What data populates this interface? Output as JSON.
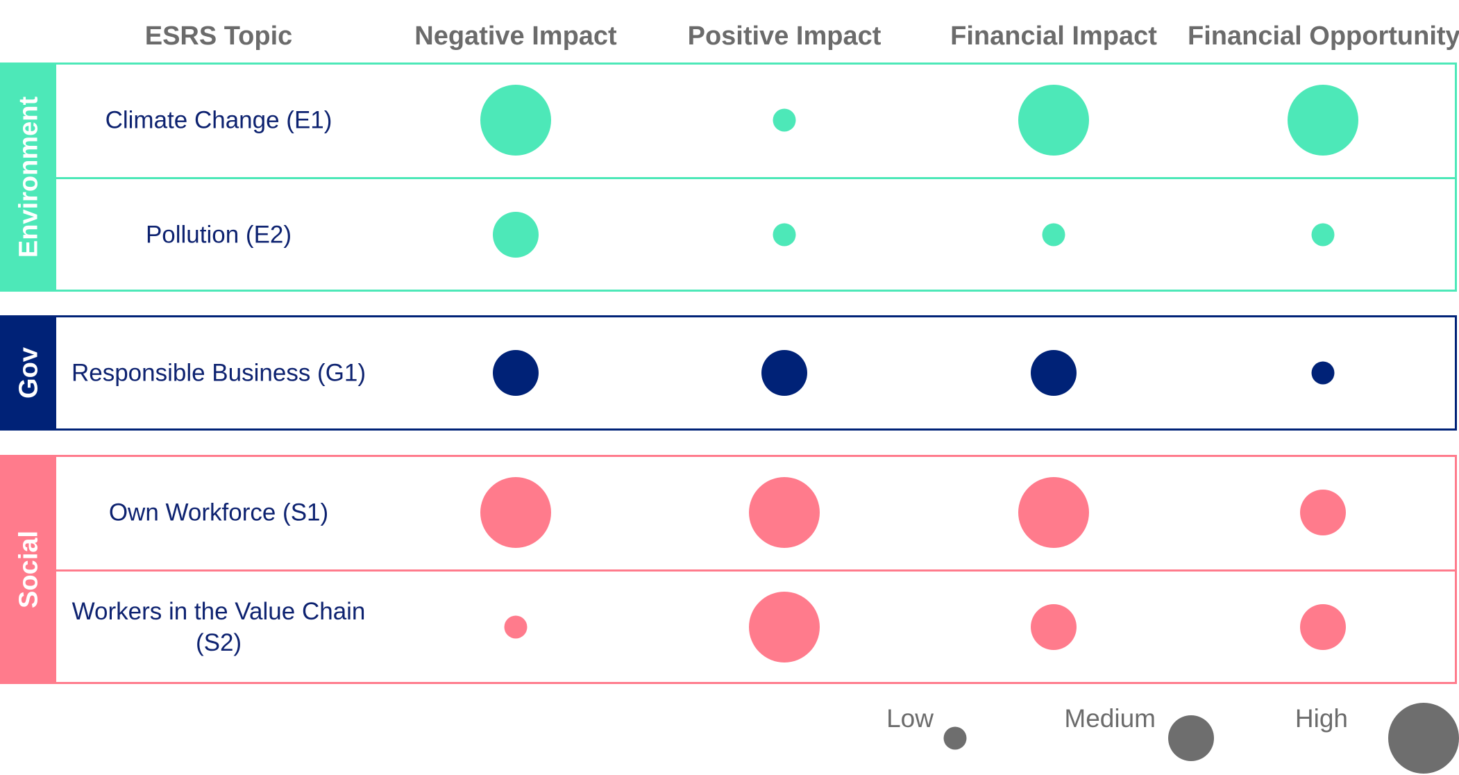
{
  "chart_data": {
    "type": "bubble-matrix",
    "topic_header": "ESRS Topic",
    "columns": [
      "Negative Impact",
      "Positive Impact",
      "Financial Impact",
      "Financial Opportunity"
    ],
    "scale": {
      "1": "Low",
      "2": "Medium",
      "3": "High"
    },
    "groups": [
      {
        "name": "Environment",
        "color": "#4de8b8",
        "rows": [
          {
            "topic": "Climate Change (E1)",
            "values": [
              3,
              1,
              3,
              3
            ]
          },
          {
            "topic": "Pollution (E2)",
            "values": [
              2,
              1,
              1,
              1
            ]
          }
        ]
      },
      {
        "name": "Gov",
        "color": "#002277",
        "rows": [
          {
            "topic": "Responsible Business (G1)",
            "values": [
              2,
              2,
              2,
              1
            ]
          }
        ]
      },
      {
        "name": "Social",
        "color": "#ff7b8c",
        "rows": [
          {
            "topic": "Own Workforce (S1)",
            "values": [
              3,
              3,
              3,
              2
            ]
          },
          {
            "topic": "Workers in the Value Chain (S2)",
            "values": [
              1,
              3,
              2,
              2
            ]
          }
        ]
      }
    ],
    "legend": [
      {
        "label": "Low",
        "level": 1
      },
      {
        "label": "Medium",
        "level": 2
      },
      {
        "label": "High",
        "level": 3
      }
    ],
    "legend_color": "#6e6e6e"
  }
}
